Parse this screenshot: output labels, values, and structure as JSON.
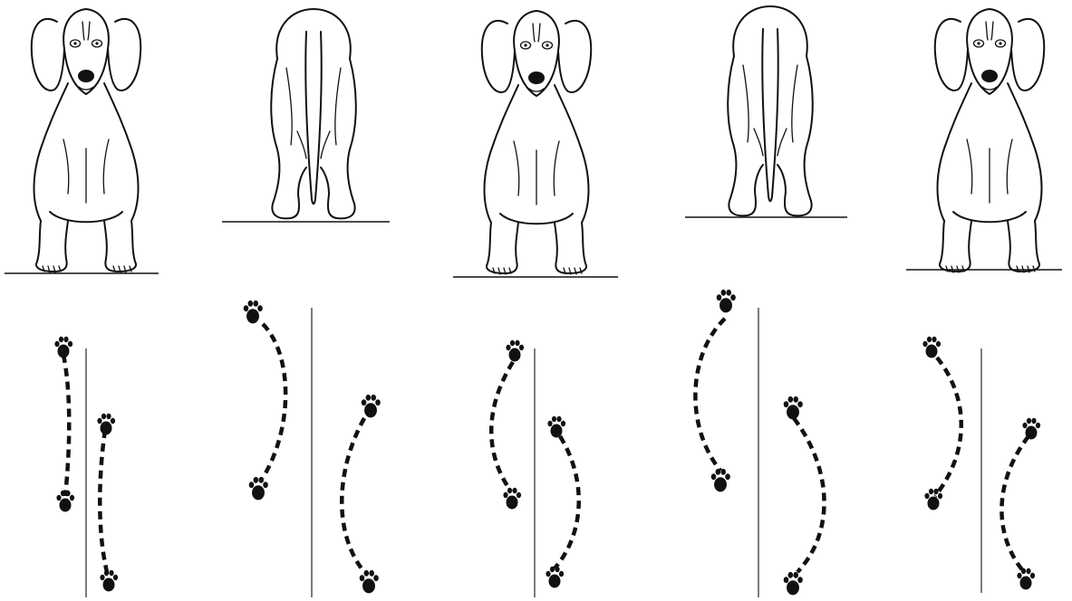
{
  "figure": {
    "colors": {
      "ink": "#111111",
      "background": "#ffffff",
      "center_line": "#444444"
    },
    "panels": [
      {
        "id": "p1",
        "view": "front",
        "stance": "normal"
      },
      {
        "id": "p2",
        "view": "rear",
        "stance": "normal"
      },
      {
        "id": "p3",
        "view": "front",
        "stance": "narrow"
      },
      {
        "id": "p4",
        "view": "rear",
        "stance": "narrow"
      },
      {
        "id": "p5",
        "view": "front",
        "stance": "wide"
      }
    ],
    "icons": [
      "dog-front-view-icon",
      "dog-rear-view-icon",
      "paw-print-icon"
    ]
  }
}
